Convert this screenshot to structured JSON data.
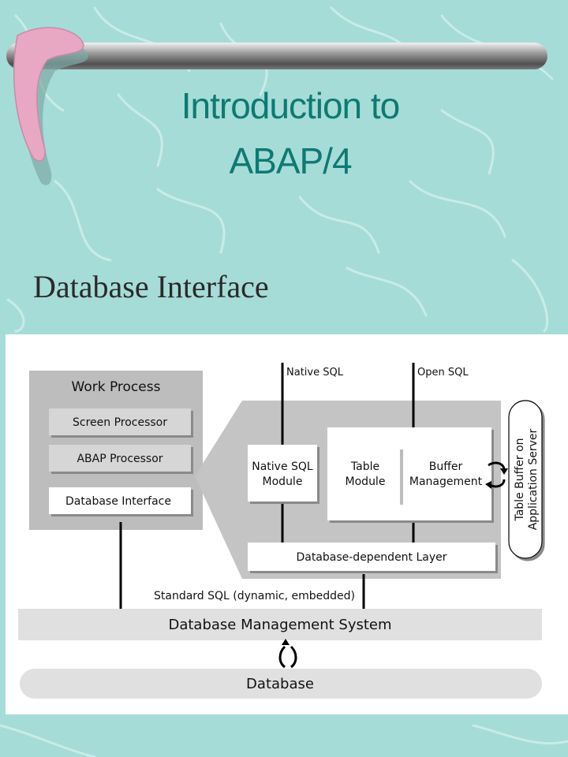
{
  "slide": {
    "title_line_1": "Introduction to",
    "title_line_2": "ABAP/4",
    "subtitle": "Database Interface"
  },
  "diagram": {
    "work_process": {
      "title": "Work Process",
      "screen_processor": "Screen Processor",
      "abap_processor": "ABAP Processor",
      "database_interface": "Database Interface"
    },
    "native_sql_label": "Native SQL",
    "open_sql_label": "Open SQL",
    "native_sql_module": [
      "Native SQL",
      "Module"
    ],
    "table_module": [
      "Table",
      "Module"
    ],
    "buffer_management": [
      "Buffer",
      "Management"
    ],
    "table_buffer": [
      "Table Buffer on",
      "Application Server"
    ],
    "database_dependent_layer": "Database-dependent Layer",
    "standard_sql": "Standard SQL (dynamic, embedded)",
    "dbms": "Database Management System",
    "database": "Database"
  },
  "colors": {
    "background": "#a6dcd8",
    "title": "#0e7a72",
    "accent_pink": "#e8a8c4"
  }
}
